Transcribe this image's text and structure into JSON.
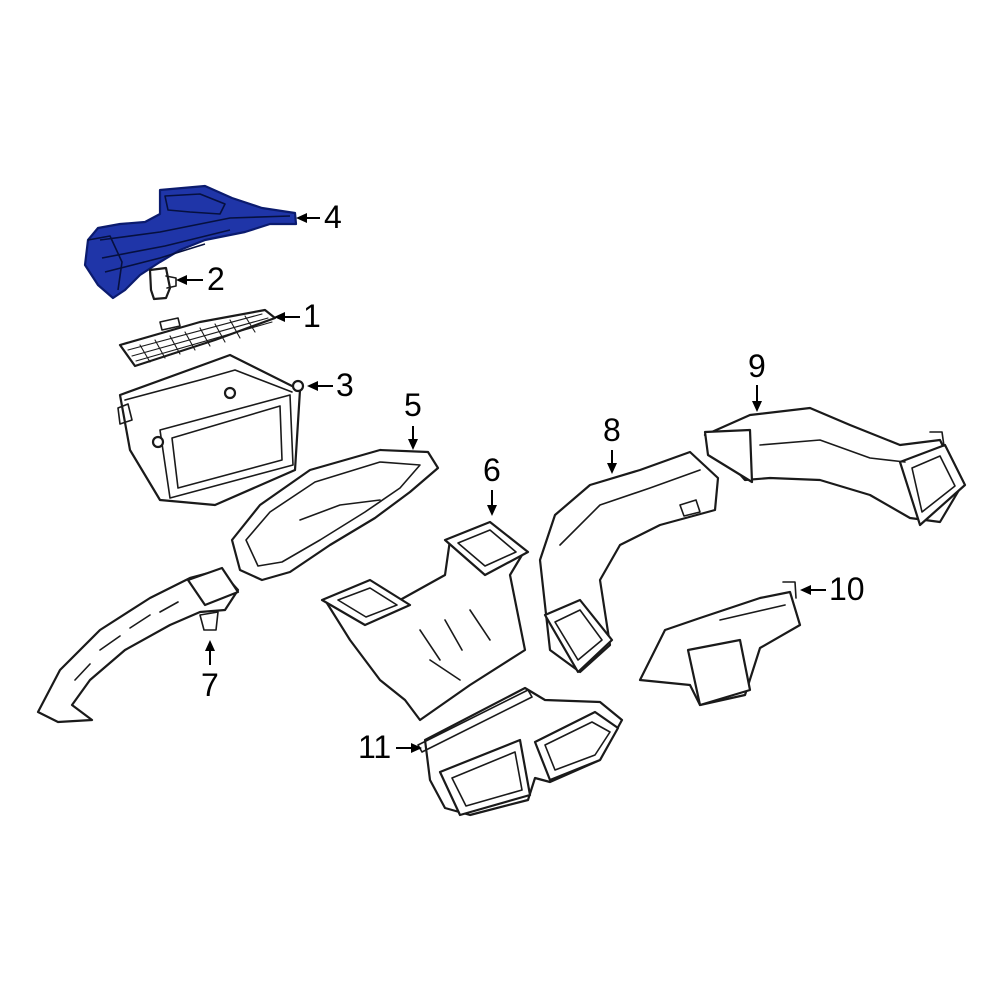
{
  "diagram": {
    "highlight_color": "#1f35a8",
    "callouts": [
      {
        "id": "c1",
        "label": "1"
      },
      {
        "id": "c2",
        "label": "2"
      },
      {
        "id": "c3",
        "label": "3"
      },
      {
        "id": "c4",
        "label": "4"
      },
      {
        "id": "c5",
        "label": "5"
      },
      {
        "id": "c6",
        "label": "6"
      },
      {
        "id": "c7",
        "label": "7"
      },
      {
        "id": "c8",
        "label": "8"
      },
      {
        "id": "c9",
        "label": "9"
      },
      {
        "id": "c10",
        "label": "10"
      },
      {
        "id": "c11",
        "label": "11"
      }
    ]
  }
}
